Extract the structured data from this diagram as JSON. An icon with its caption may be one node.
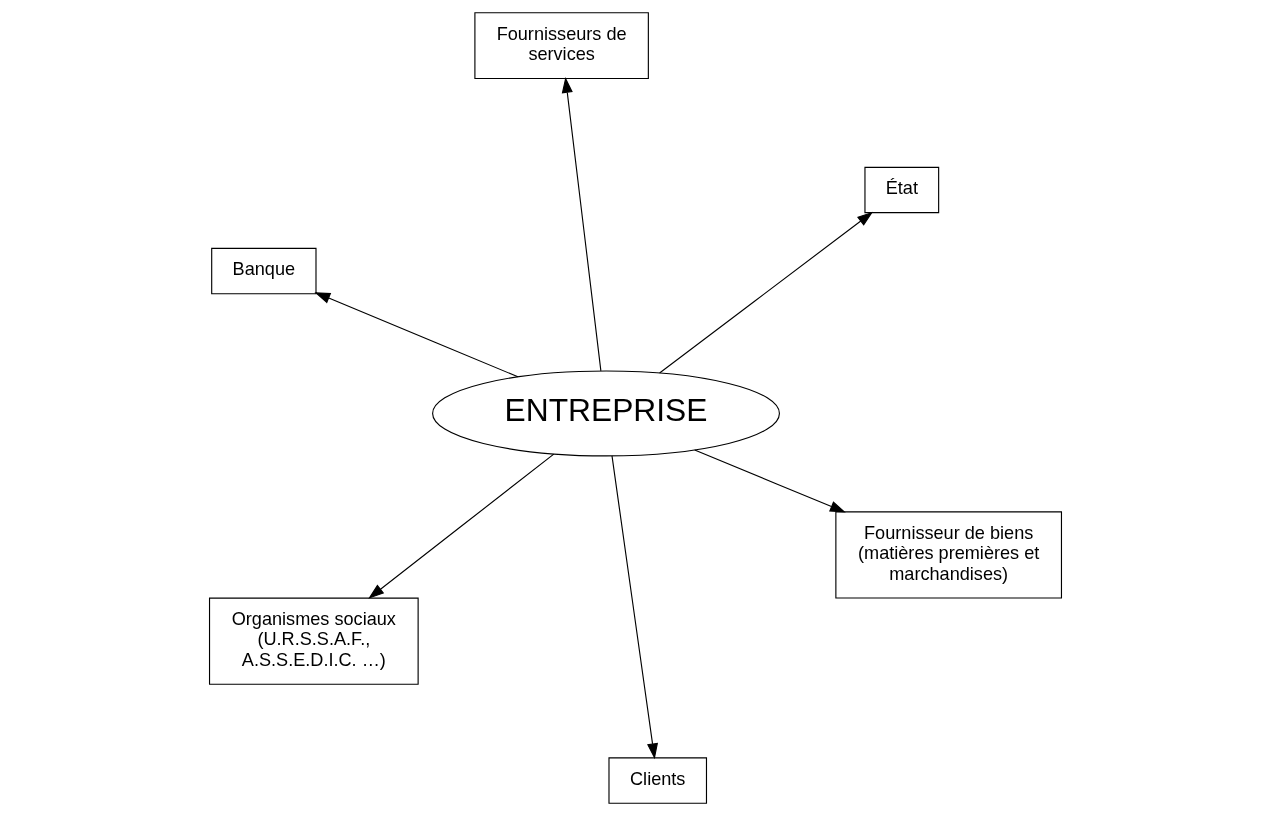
{
  "diagram": {
    "nodes": [
      {
        "text": [
          "Banque"
        ]
      },
      {
        "text": [
          "Fournisseur de biens (matières premières et marchandises)"
        ]
      },
      {
        "text": [
          "Clients"
        ]
      },
      {
        "text": [
          "ENTREPRISE"
        ]
      },
      {
        "text": [
          "État"
        ]
      },
      {
        "text": [
          "Fournisseurs de services"
        ]
      },
      {
        "text": [
          "Organismes sociaux (U.R.S.S.A.F., A.S.S.E.D.I.C. …)"
        ]
      }
    ],
    "edges": [
      {
        "from": 3,
        "to": 0,
        "arrow": "to"
      },
      {
        "from": 3,
        "to": 1,
        "arrow": "to"
      },
      {
        "from": 3,
        "to": 2,
        "arrow": "to"
      },
      {
        "from": 3,
        "to": 4,
        "arrow": "to"
      },
      {
        "from": 3,
        "to": 5,
        "arrow": "to"
      },
      {
        "from": 3,
        "to": 6,
        "arrow": "to"
      }
    ]
  }
}
